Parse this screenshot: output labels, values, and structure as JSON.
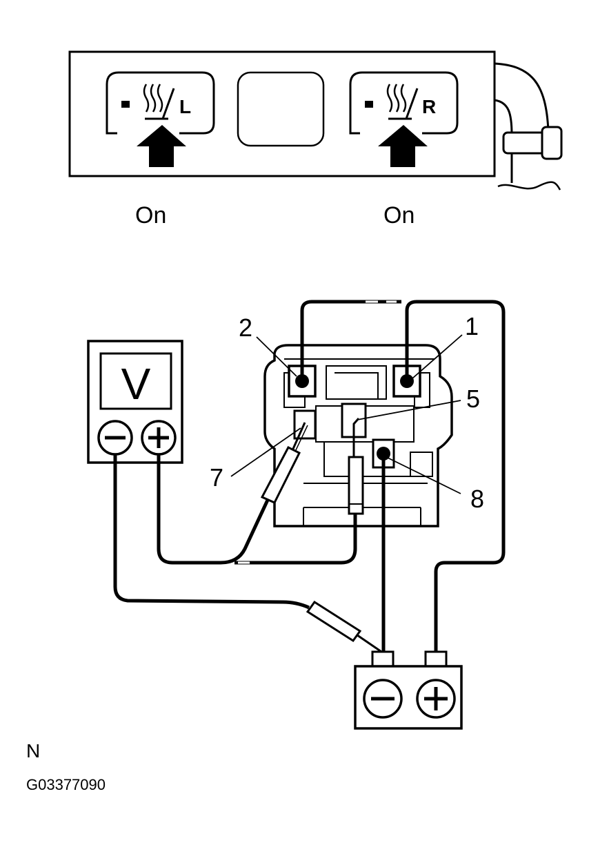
{
  "switch_panel": {
    "left_switch": {
      "side_letter": "L",
      "state_label": "On"
    },
    "right_switch": {
      "side_letter": "R",
      "state_label": "On"
    }
  },
  "voltmeter": {
    "display": "V",
    "negative_symbol": "−",
    "positive_symbol": "+"
  },
  "connector_terminals": {
    "t1": "1",
    "t2": "2",
    "t5": "5",
    "t7": "7",
    "t8": "8"
  },
  "battery": {
    "negative_symbol": "−",
    "positive_symbol": "+"
  },
  "footer": {
    "code": "N",
    "figure_id": "G03377090"
  },
  "icons": [
    "seat-heater-icon",
    "arrow-up-icon",
    "minus-icon",
    "plus-icon",
    "probe-icon"
  ]
}
